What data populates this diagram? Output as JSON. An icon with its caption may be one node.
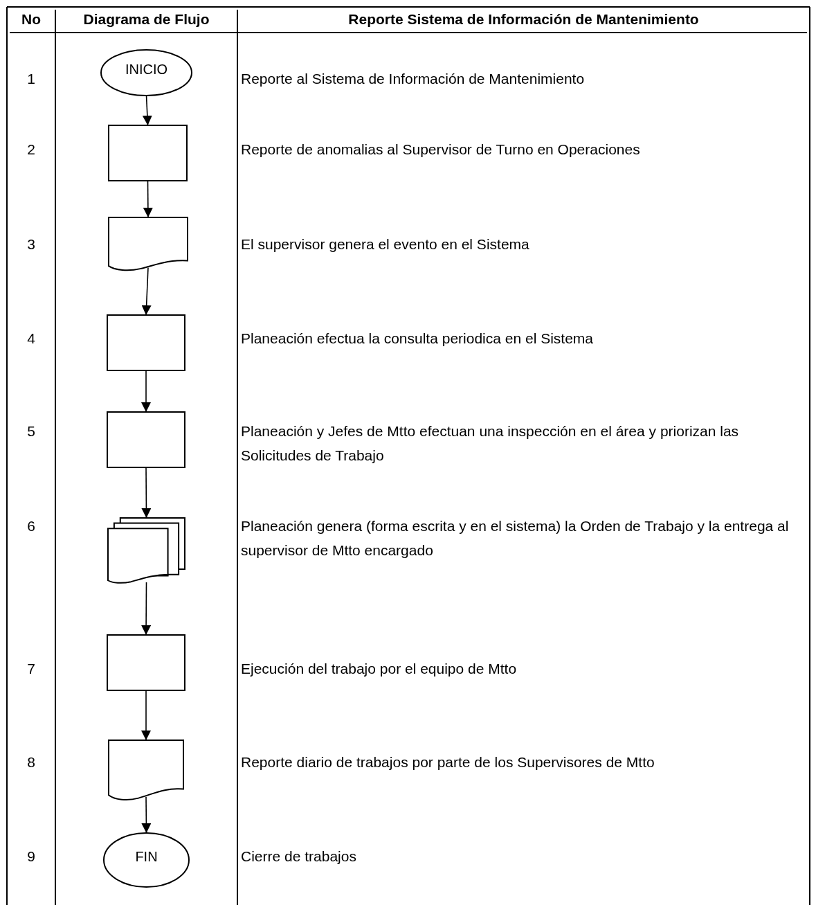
{
  "diagram": {
    "nodes": [
      {
        "text": [
          "INICIO"
        ]
      },
      {
        "text": [],
        "shape": "box"
      },
      {
        "text": [],
        "shape": "document"
      },
      {
        "text": [],
        "shape": "box"
      },
      {
        "text": [],
        "shape": "box"
      },
      {
        "text": [],
        "shape": "documents"
      },
      {
        "text": [],
        "shape": "box"
      },
      {
        "text": [],
        "shape": "document"
      },
      {
        "text": [
          "FIN"
        ]
      }
    ],
    "edges": [
      {
        "from": 0,
        "to": 1,
        "arrow": "to"
      },
      {
        "from": 1,
        "to": 2,
        "arrow": "to"
      },
      {
        "from": 2,
        "to": 3,
        "arrow": "to"
      },
      {
        "from": 3,
        "to": 4,
        "arrow": "to"
      },
      {
        "from": 4,
        "to": 5,
        "arrow": "to"
      },
      {
        "from": 5,
        "to": 6,
        "arrow": "to"
      },
      {
        "from": 6,
        "to": 7,
        "arrow": "to"
      },
      {
        "from": 7,
        "to": 8,
        "arrow": "to"
      }
    ],
    "labels": [
      "No",
      "Diagrama de Flujo",
      "Reporte Sistema de Información de Mantenimiento",
      "1",
      "Reporte al Sistema de Información de Mantenimiento",
      "2",
      "Reporte de anomalias al Supervisor de Turno en Operaciones",
      "3",
      "El supervisor genera el evento en el Sistema",
      "4",
      "Planeación efectua la consulta periodica en el Sistema",
      "5",
      "Planeación y Jefes de Mtto efectuan una inspección en el área y priorizan las Solicitudes de Trabajo",
      "6",
      "Planeación genera (forma escrita y en el sistema) la Orden de Trabajo y la entrega al supervisor de Mtto encargado",
      "7",
      "Ejecución del trabajo por el equipo de Mtto",
      "8",
      "Reporte diario de trabajos por parte de los Supervisores de Mtto",
      "9",
      "Cierre de trabajos"
    ]
  }
}
